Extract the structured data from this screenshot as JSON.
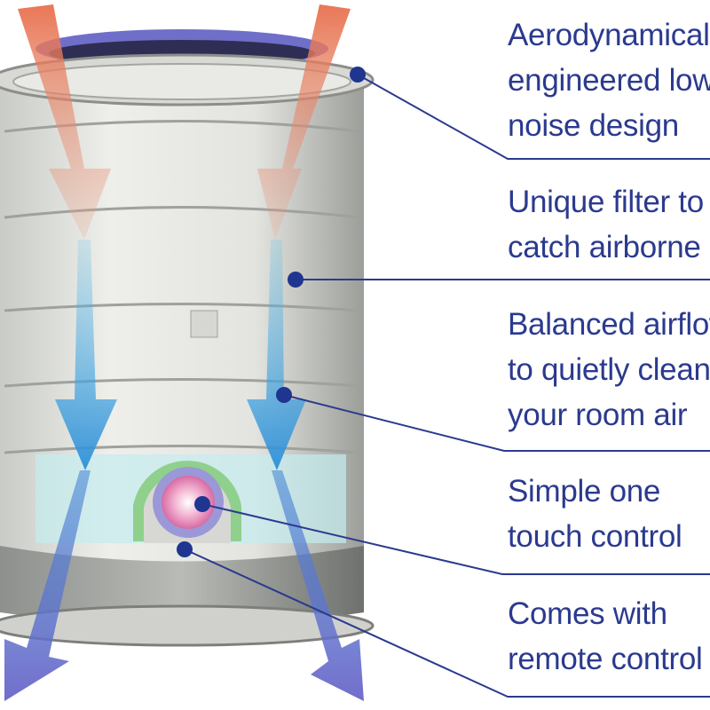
{
  "colors": {
    "text": "#2b3a8e",
    "leader": "#2b3a8e",
    "dot": "#1f3590",
    "inflow": "#e27a5a",
    "outflow": "#3aa6e0"
  },
  "callouts": [
    {
      "lines": [
        "Aerodynamically",
        "engineered low",
        "noise design"
      ]
    },
    {
      "lines": [
        "Unique filter to",
        "catch airborne"
      ]
    },
    {
      "lines": [
        "Balanced airflow",
        "to quietly clean",
        "your room air"
      ]
    },
    {
      "lines": [
        "Simple one",
        "touch control"
      ]
    },
    {
      "lines": [
        "Comes with",
        "remote control"
      ]
    }
  ]
}
